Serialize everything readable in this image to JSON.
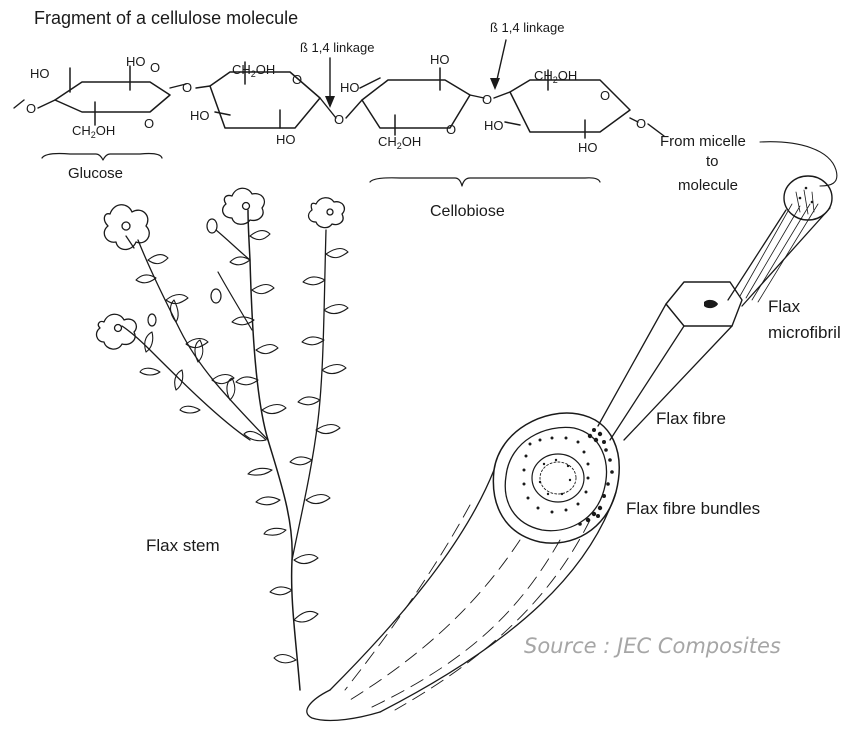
{
  "title": "Fragment of a cellulose molecule",
  "linkage_label": "ß 1,4 linkage",
  "glucose_label": "Glucose",
  "cellobiose_label": "Cellobiose",
  "from_micelle_label": [
    "From micelle",
    "to",
    "molecule"
  ],
  "microfibril_label": [
    "Flax",
    "microfibril"
  ],
  "fibre_label": "Flax fibre",
  "bundles_label": "Flax fibre bundles",
  "stem_label": "Flax stem",
  "source": "Source : JEC Composites",
  "chemistry": {
    "ho": "HO",
    "o": "O",
    "ch2oh": "CH",
    "ch2oh_sub": "2",
    "oh": "OH"
  }
}
